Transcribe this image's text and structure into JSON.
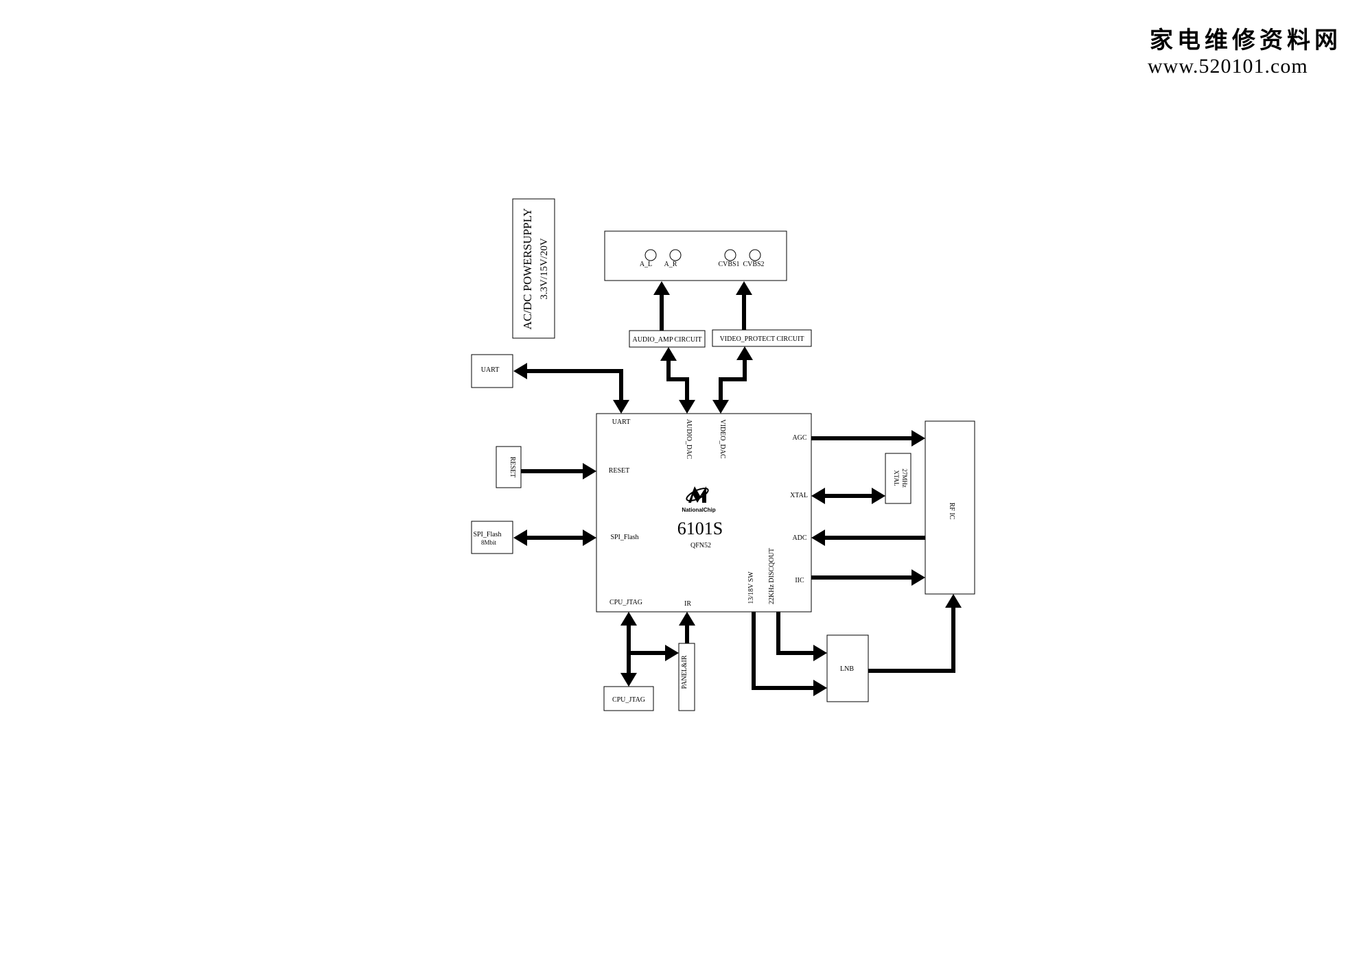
{
  "watermark": {
    "name": "家电维修资料网",
    "url": "www.520101.com"
  },
  "power_supply": {
    "line1": "AC/DC POWERSUPPLY",
    "line2": "3.3V/15V/20V"
  },
  "av_output": {
    "jacks": [
      "A_L",
      "A_R",
      "CVBS1",
      "CVBS2"
    ]
  },
  "circuits": {
    "audio_amp": "AUDIO_AMP CIRCUIT",
    "video_protect": "VIDEO_PROTECT CIRCUIT"
  },
  "peripherals": {
    "uart": "UART",
    "reset": "RESET",
    "spi_flash": "SPI_Flash",
    "spi_flash_size": "8Mbit",
    "cpu_jtag": "CPU_JTAG",
    "panel_ir": "PANEL&IR",
    "lnb": "LNB",
    "xtal": "XTAL",
    "xtal_freq": "27MHz",
    "rf_ic": "RF IC"
  },
  "soc": {
    "brand": "NationalChip",
    "model": "6101S",
    "package": "QFN52",
    "pins": {
      "uart": "UART",
      "audio_dac": "AUDIO_DAC",
      "video_dac": "VIDEO_DAC",
      "agc": "AGC",
      "reset": "RESET",
      "xtal": "XTAL",
      "spi_flash": "SPI_Flash",
      "adc": "ADC",
      "iic": "IIC",
      "sw_1318": "13/18V SW",
      "disqout": "22KHz DISCQOUT",
      "cpu_jtag": "CPU_JTAG",
      "ir": "IR"
    }
  }
}
